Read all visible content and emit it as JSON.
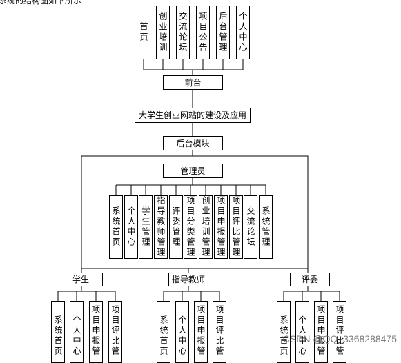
{
  "caption": "系统的结构图如下所示",
  "front_modules": [
    "首页",
    "创业培训",
    "交流论坛",
    "项目公告",
    "后台管理",
    "个人中心"
  ],
  "front_label": "前台",
  "site_title": "大学生创业网站的建设及应用",
  "backend_label": "后台模块",
  "admin": {
    "label": "管理员",
    "modules": [
      "系统首页",
      "个人中心",
      "学生管理",
      "指导教师管理",
      "评委管理",
      "项目分类管理",
      "创业培训管理",
      "项目申报管理",
      "项目评比管理",
      "交流论坛",
      "系统管理"
    ]
  },
  "roles": [
    {
      "label": "学生",
      "modules": [
        "系统首页",
        "个人中心",
        "项目申报管",
        "项目评比管"
      ]
    },
    {
      "label": "指导教师",
      "modules": [
        "系统首页",
        "个人中心",
        "项目申报管",
        "项目评比管"
      ]
    },
    {
      "label": "评委",
      "modules": [
        "系统首页",
        "个人中心",
        "项目申报管",
        "项目评比管"
      ]
    }
  ],
  "watermark": "CSDN @QQ_3368288475"
}
